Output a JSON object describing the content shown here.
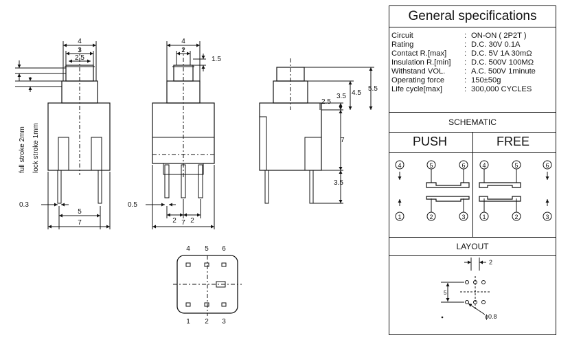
{
  "specifications": {
    "title": "General specifications",
    "rows": [
      {
        "label": "Circuit",
        "sep": ":",
        "value": "ON-ON ( 2P2T )"
      },
      {
        "label": "Rating",
        "sep": ":",
        "value": "D.C. 30V 0.1A"
      },
      {
        "label": "Contact R.[max]",
        "sep": ":",
        "value": "D.C. 5V 1A 30mΩ"
      },
      {
        "label": "Insulation R.[min]",
        "sep": ":",
        "value": "D.C. 500V 100MΩ"
      },
      {
        "label": "Withstand VOL.",
        "sep": ":",
        "value": "A.C. 500V 1minute"
      },
      {
        "label": "Operating force",
        "sep": ":",
        "value": "150±50g"
      },
      {
        "label": "Life cycle[max]",
        "sep": ":",
        "value": "300,000 CYCLES"
      }
    ]
  },
  "schematic": {
    "title": "SCHEMATIC",
    "push_label": "PUSH",
    "free_label": "FREE",
    "push_top_pins": [
      "4",
      "5",
      "6"
    ],
    "push_bottom_pins": [
      "1",
      "2",
      "3"
    ],
    "free_top_pins": [
      "4",
      "5",
      "6"
    ],
    "free_bottom_pins": [
      "1",
      "2",
      "3"
    ]
  },
  "layout": {
    "title": "LAYOUT",
    "pitch_label": "2",
    "row_spacing_label": "5",
    "hole_label": "ϕ0.8"
  },
  "front_view": {
    "dim_width_outer": "4",
    "dim_width_mid": "3",
    "dim_width_inner": "2.5",
    "full_stroke": "full stroke  2mm",
    "lock_stroke": "lock stroke  1mm",
    "pin_thickness": "0.3",
    "pin_spacing": "5",
    "body_width": "7"
  },
  "side_view": {
    "dim_width_outer": "4",
    "dim_width_inner": "2",
    "dim_cap": "1.5",
    "pin_thickness": "0.5",
    "pin_pitch_left": "2",
    "pin_pitch_right": "2",
    "body_width": "7"
  },
  "profile_view": {
    "dim_total": "5.5",
    "dim_stem": "4.5",
    "dim_shoulder": "3.5",
    "dim_offset": "2.5",
    "dim_body": "7",
    "dim_pins": "3.5"
  },
  "bottom_view": {
    "top_pins": [
      "4",
      "5",
      "6"
    ],
    "bottom_pins": [
      "1",
      "2",
      "3"
    ]
  }
}
